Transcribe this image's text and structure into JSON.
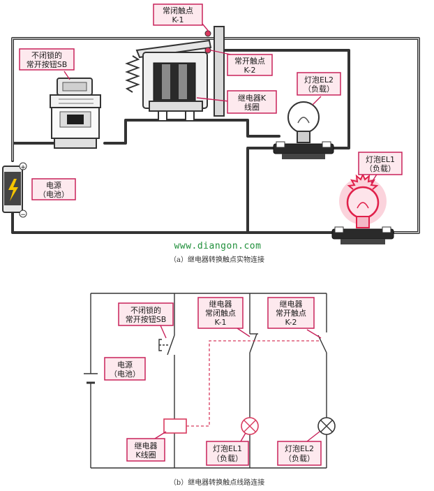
{
  "top": {
    "labels": {
      "nc_contact": [
        "常闭触点",
        "K-1"
      ],
      "no_contact": [
        "常开触点",
        "K-2"
      ],
      "button": [
        "不闭锁的",
        "常开按钮SB"
      ],
      "coil": [
        "继电器K",
        "线圈"
      ],
      "lamp2": [
        "灯泡EL2",
        "（负载）"
      ],
      "lamp1": [
        "灯泡EL1",
        "（负载）"
      ],
      "power": [
        "电源",
        "（电池）"
      ]
    },
    "terminal_plus": "+",
    "terminal_minus": "−",
    "url": "www.diangon.com",
    "caption": "（a）继电器转换触点实物连接"
  },
  "bottom": {
    "labels": {
      "button": [
        "不闭锁的",
        "常开按钮SB"
      ],
      "nc_contact": [
        "继电器",
        "常闭触点",
        "K-1"
      ],
      "no_contact": [
        "继电器",
        "常开触点",
        "K-2"
      ],
      "power": [
        "电源",
        "（电池）"
      ],
      "coil": [
        "继电器",
        "K线圈"
      ],
      "lamp1": [
        "灯泡EL1",
        "（负载）"
      ],
      "lamp2": [
        "灯泡EL2",
        "（负载）"
      ]
    },
    "caption": "（b）继电器转换触点线路连接"
  },
  "colors": {
    "accent": "#c8225a",
    "label_fill": "#fde9ee",
    "url_green": "#1f8f3a",
    "wire": "#333333",
    "lamp_lit": "#e0204a"
  }
}
